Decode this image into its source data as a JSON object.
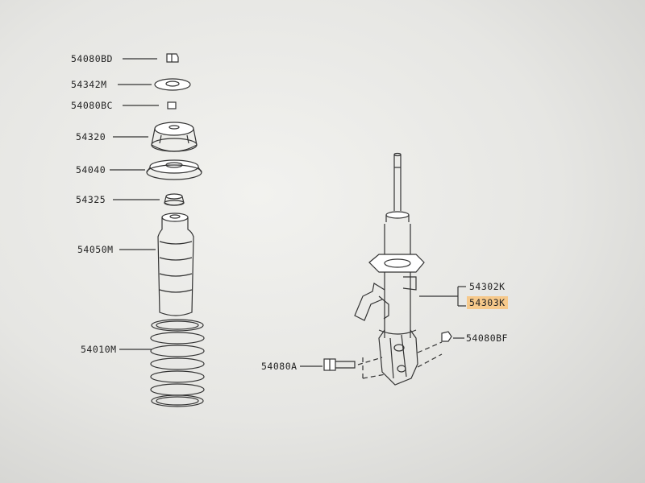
{
  "labels": {
    "p54080BD": "54080BD",
    "p54342M": "54342M",
    "p54080BC": "54080BC",
    "p54320": "54320",
    "p54040": "54040",
    "p54325": "54325",
    "p54050M": "54050M",
    "p54010M": "54010M",
    "p54302K": "54302K",
    "p54303K": "54303K",
    "p54080BF": "54080BF",
    "p54080A": "54080A"
  },
  "colors": {
    "line": "#333333",
    "highlight": "#f6c98b"
  }
}
